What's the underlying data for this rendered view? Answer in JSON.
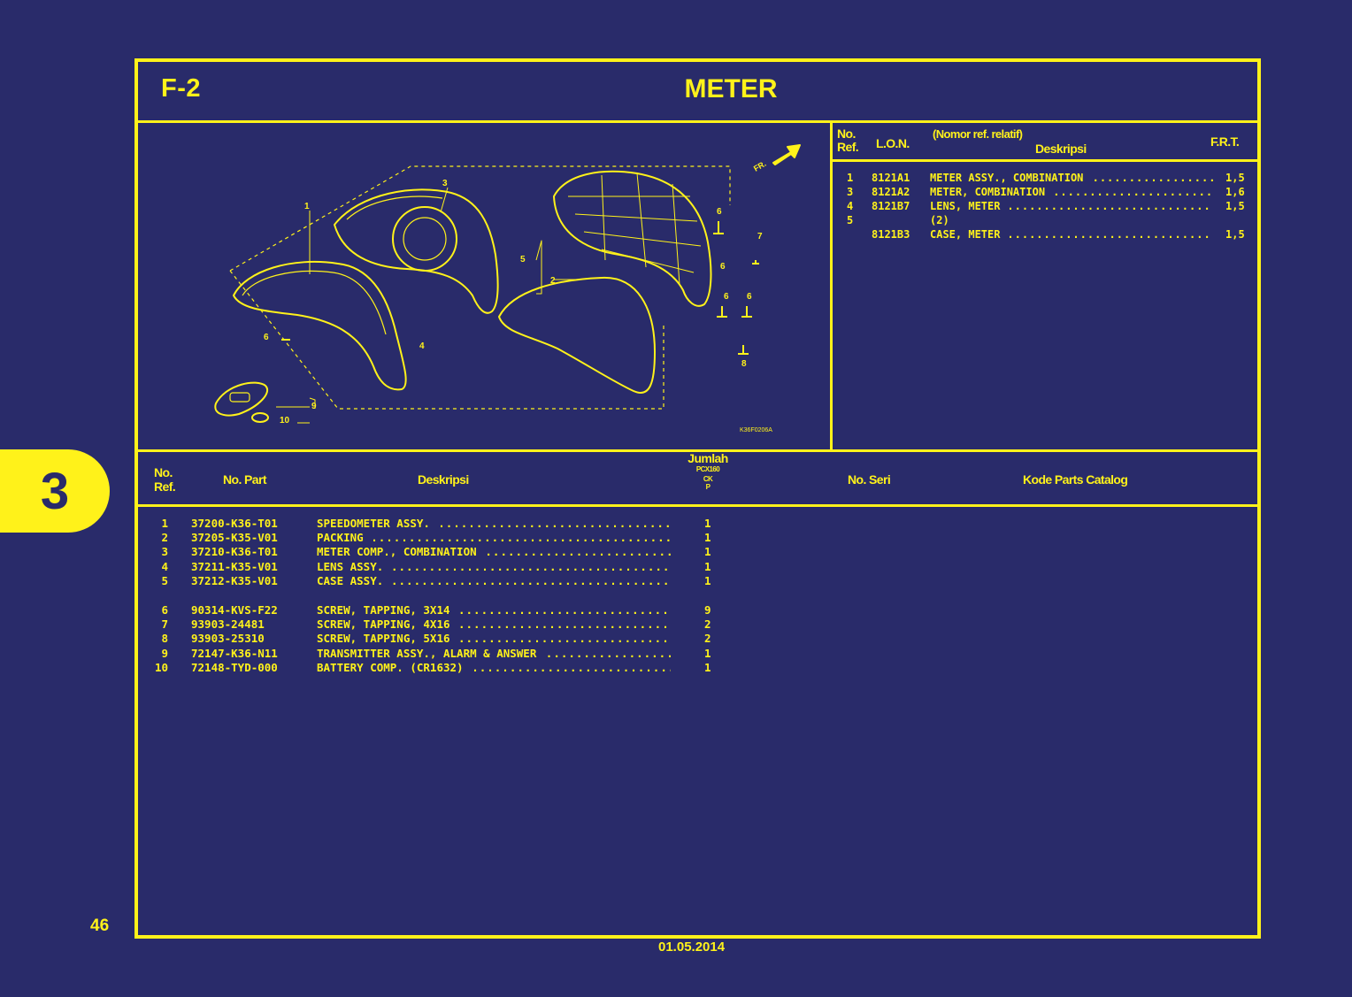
{
  "section": {
    "code": "F-2",
    "title": "METER"
  },
  "side_tab": "3",
  "page_number": "46",
  "date": "01.05.2014",
  "diagram": {
    "fr_label": "FR.",
    "code": "K36F0206A",
    "callouts": [
      "1",
      "3",
      "5",
      "2",
      "6",
      "7",
      "6",
      "6",
      "6",
      "8",
      "6",
      "4",
      "9",
      "10"
    ]
  },
  "lon_header": {
    "no_ref_1": "No.",
    "no_ref_2": "Ref.",
    "lon": "L.O.N.",
    "nomor_ref": "(Nomor ref. relatif)",
    "deskripsi": "Deskripsi",
    "frt": "F.R.T."
  },
  "lon_rows": [
    {
      "ref": "1",
      "lon": "8121A1",
      "desc": "METER ASSY., COMBINATION",
      "frt": "1,5"
    },
    {
      "ref": "3",
      "lon": "8121A2",
      "desc": "METER, COMBINATION",
      "frt": "1,6"
    },
    {
      "ref": "4",
      "lon": "8121B7",
      "desc": "LENS, METER",
      "frt": "1,5"
    },
    {
      "ref": "5",
      "lon": "",
      "desc": "(2)",
      "frt": ""
    },
    {
      "ref": "",
      "lon": "8121B3",
      "desc": "CASE, METER",
      "frt": "1,5"
    }
  ],
  "parts_header": {
    "no_ref_1": "No.",
    "no_ref_2": "Ref.",
    "no_part": "No. Part",
    "deskripsi": "Deskripsi",
    "jumlah": "Jumlah",
    "model_1": "PCX160",
    "model_2": "CK",
    "model_3": "P",
    "no_seri": "No. Seri",
    "kode": "Kode Parts Catalog"
  },
  "parts": [
    {
      "ref": "1",
      "part": "37200-K36-T01",
      "desc": "SPEEDOMETER ASSY.",
      "qty": "1"
    },
    {
      "ref": "2",
      "part": "37205-K35-V01",
      "desc": "PACKING",
      "qty": "1"
    },
    {
      "ref": "3",
      "part": "37210-K36-T01",
      "desc": "METER COMP., COMBINATION",
      "qty": "1"
    },
    {
      "ref": "4",
      "part": "37211-K35-V01",
      "desc": "LENS ASSY.",
      "qty": "1"
    },
    {
      "ref": "5",
      "part": "37212-K35-V01",
      "desc": "CASE ASSY.",
      "qty": "1"
    },
    {
      "ref": "6",
      "part": "90314-KVS-F22",
      "desc": "SCREW, TAPPING, 3X14",
      "qty": "9"
    },
    {
      "ref": "7",
      "part": "93903-24481",
      "desc": "SCREW, TAPPING, 4X16",
      "qty": "2"
    },
    {
      "ref": "8",
      "part": "93903-25310",
      "desc": "SCREW, TAPPING, 5X16",
      "qty": "2"
    },
    {
      "ref": "9",
      "part": "72147-K36-N11",
      "desc": "TRANSMITTER ASSY., ALARM & ANSWER",
      "qty": "1"
    },
    {
      "ref": "10",
      "part": "72148-TYD-000",
      "desc": "BATTERY COMP. (CR1632)",
      "qty": "1"
    }
  ],
  "colors": {
    "background": "#292b6a",
    "accent": "#fff21a"
  }
}
